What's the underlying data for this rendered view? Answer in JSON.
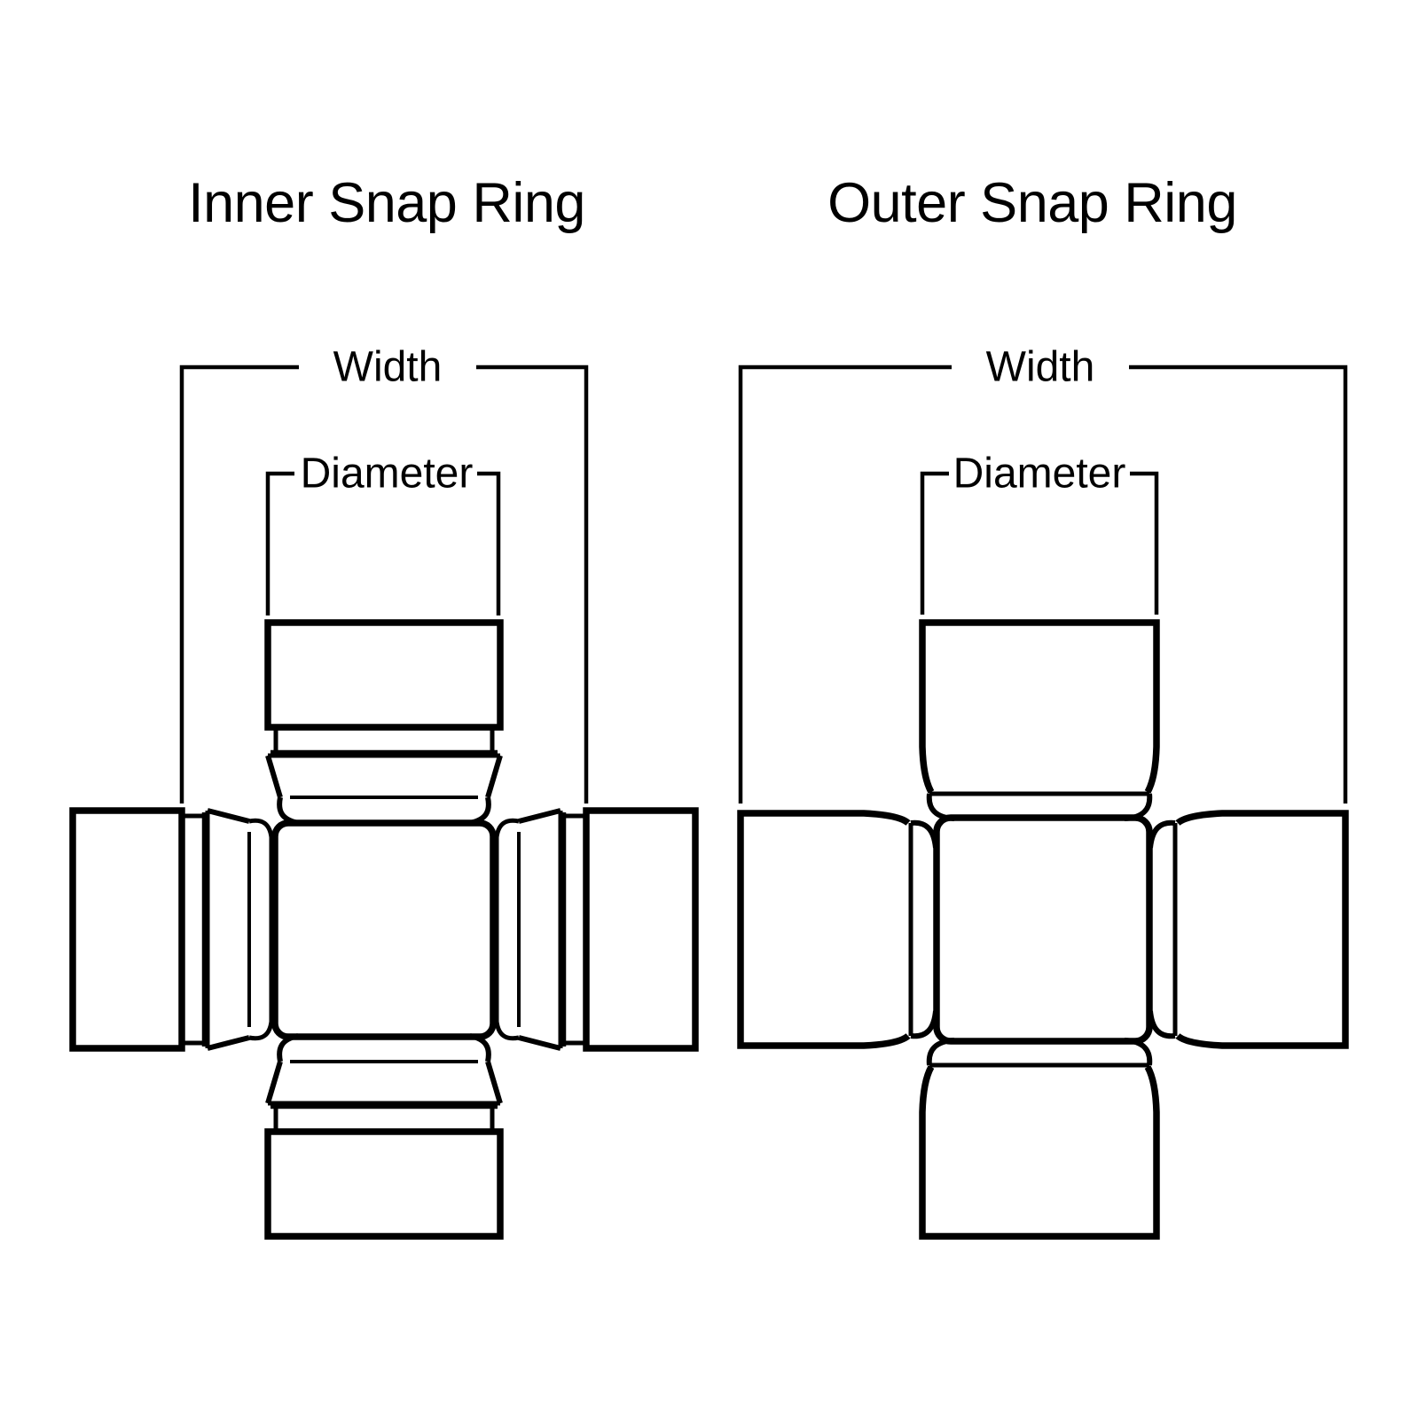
{
  "canvas": {
    "background": "#ffffff",
    "ink": "#000000"
  },
  "diagrams": {
    "inner": {
      "title": "Inner Snap Ring",
      "width_label": "Width",
      "diameter_label": "Diameter"
    },
    "outer": {
      "title": "Outer Snap Ring",
      "width_label": "Width",
      "diameter_label": "Diameter"
    }
  }
}
